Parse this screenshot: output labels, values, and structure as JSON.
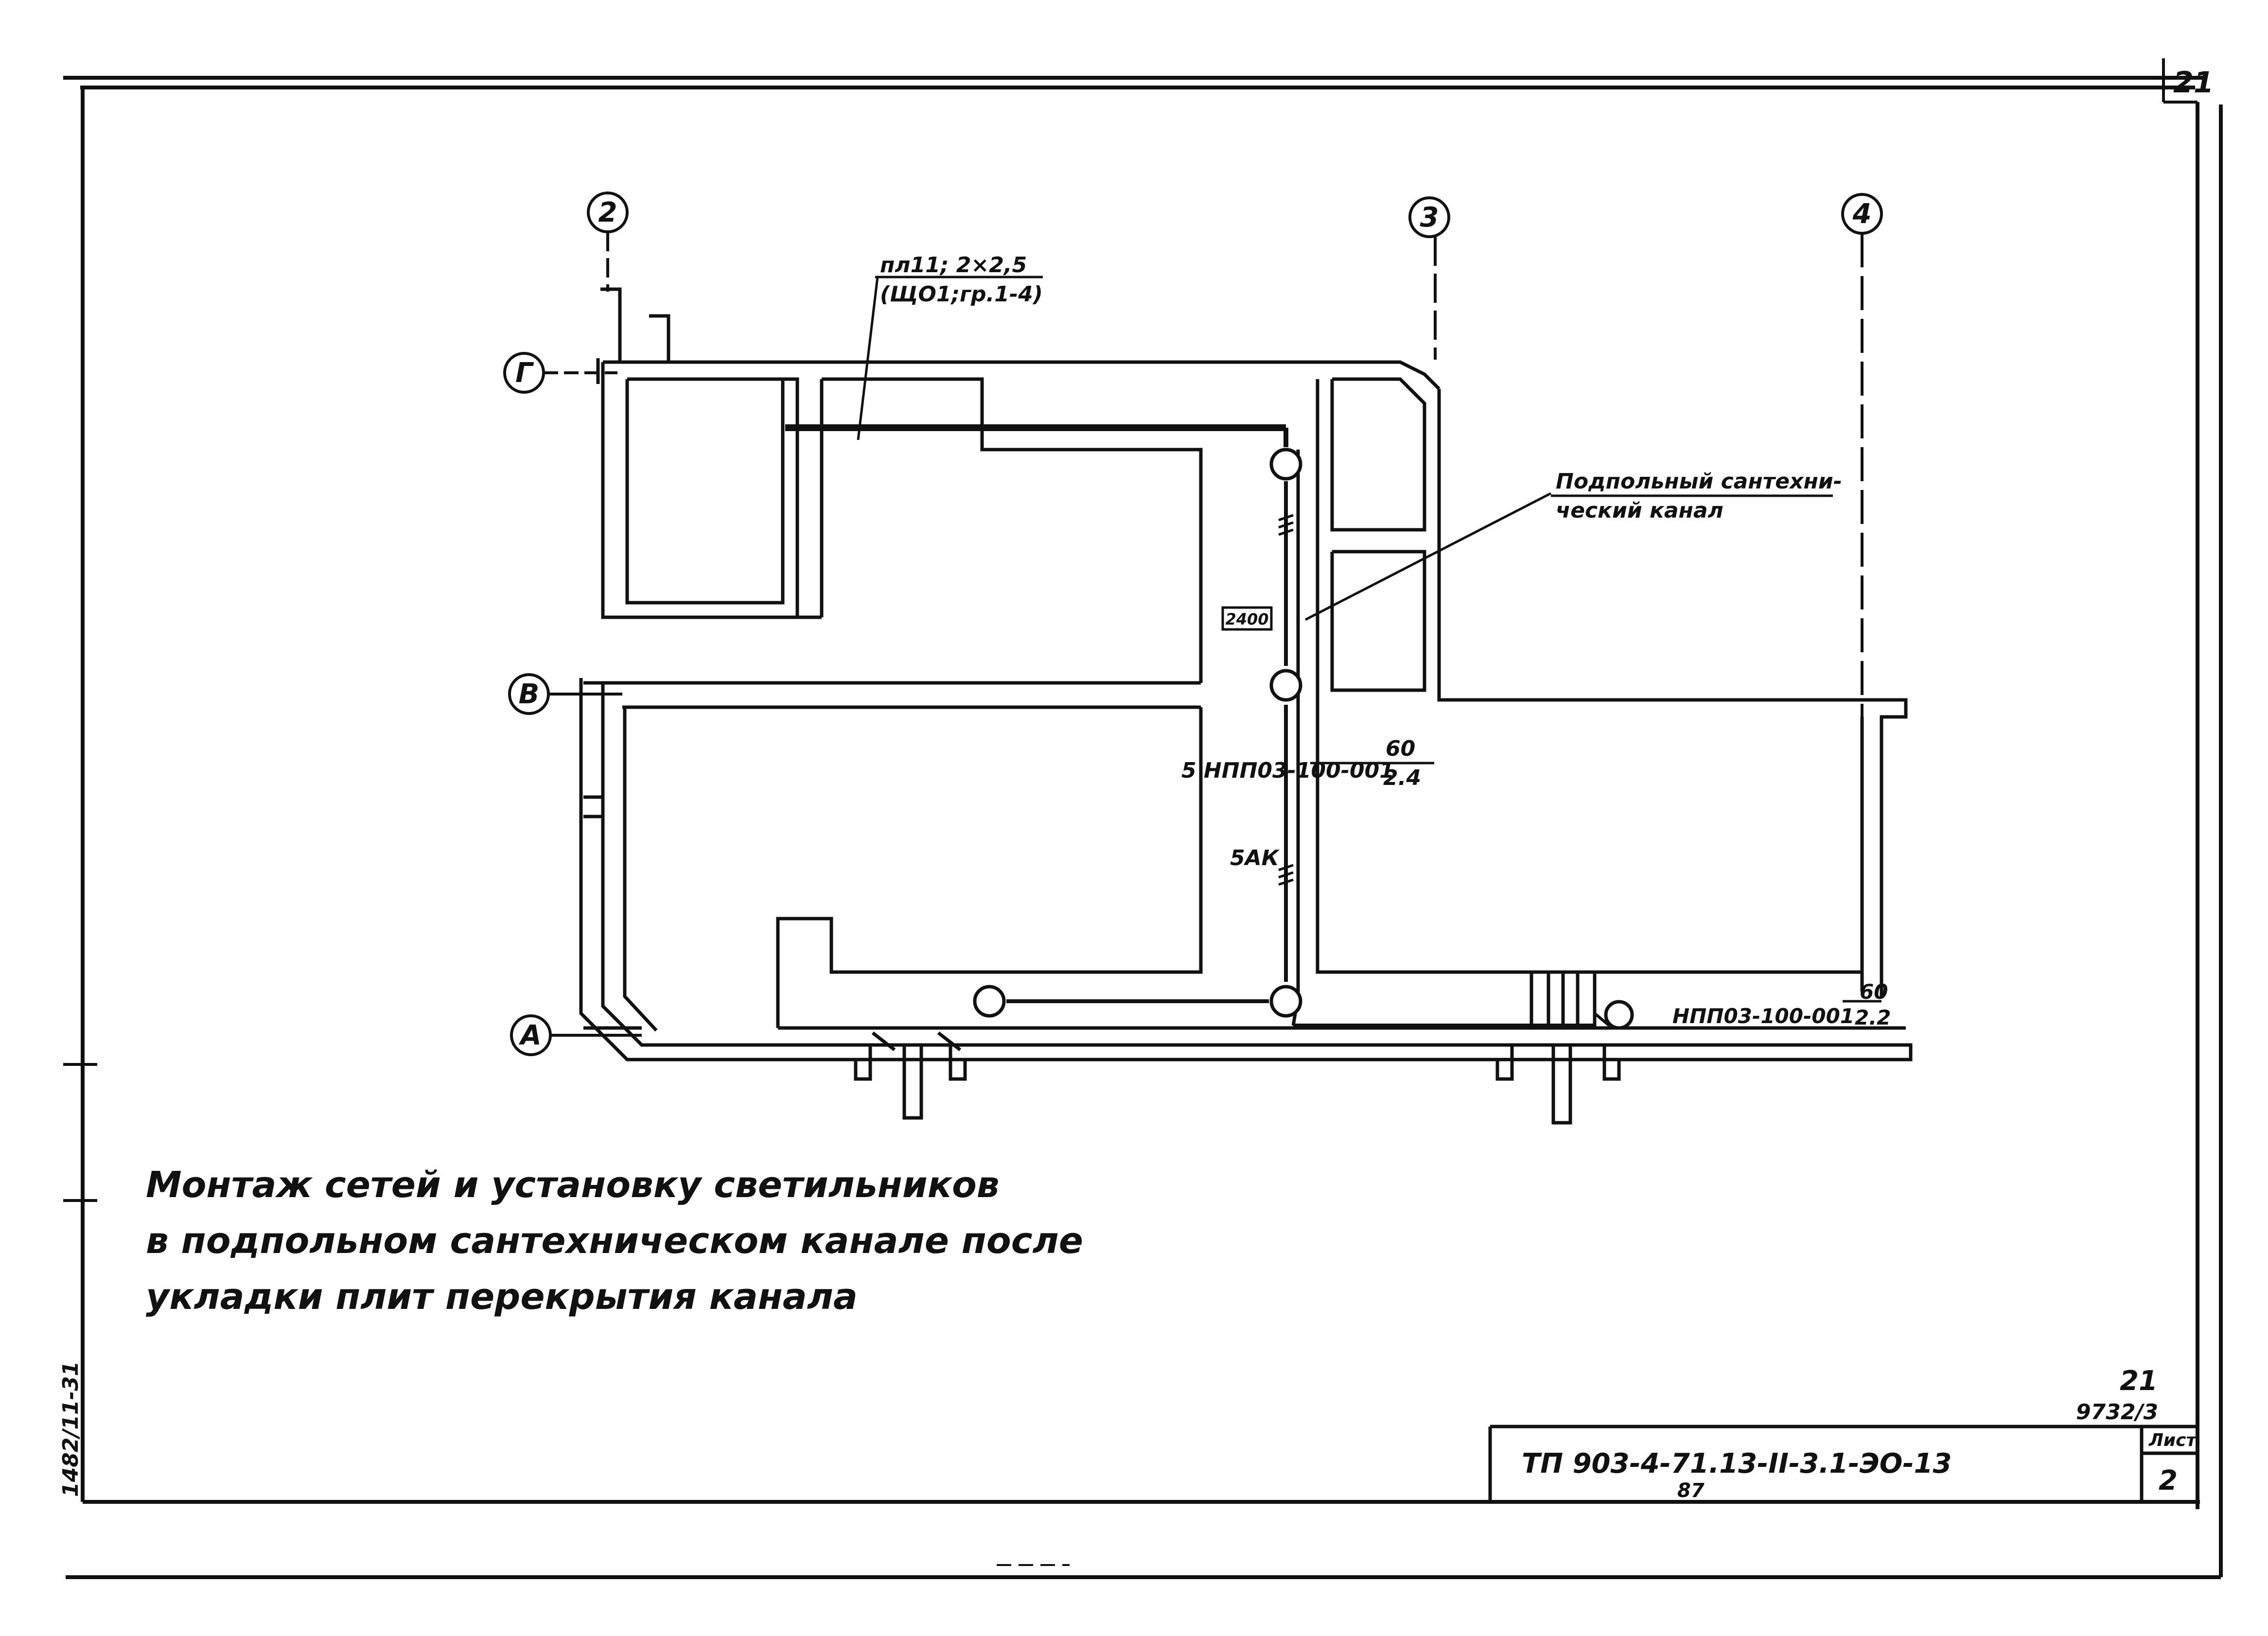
{
  "sheet_corner": "21",
  "axes": {
    "col_2": "2",
    "col_3": "3",
    "col_4": "4",
    "row_g": "Г",
    "row_v": "В",
    "row_a": "А"
  },
  "labels": {
    "cable_line1": "пл11; 2×2,5",
    "cable_line2": "(ЩО1;гр.1-4)",
    "channel_line1": "Подпольный сантехни-",
    "channel_line2": "ческий канал",
    "mark_2400": "2400",
    "lamp_group": "5 НПП03-100-001",
    "lamp_group_num": "60",
    "lamp_group_den": "2.4",
    "cable_5ak": "5АК",
    "lamp_single": "НПП03-100-001",
    "lamp_single_num": "60",
    "lamp_single_den": "2.2"
  },
  "notes": {
    "line1": "Монтаж сетей и установку светильников",
    "line2": "в подпольном сантехническом канале после",
    "line3": "укладки плит перекрытия канала"
  },
  "stamp": {
    "archive_num": "21",
    "archive_code": "9732/3",
    "doc_code": "ТП 903-4-71.13-II-3.1-ЭО-13",
    "doc_year": "87",
    "sheet_label": "Лист",
    "sheet_num": "2",
    "side_code": "1482/11-31"
  },
  "colors": {
    "ink": "#111111",
    "paper": "#ffffff"
  }
}
